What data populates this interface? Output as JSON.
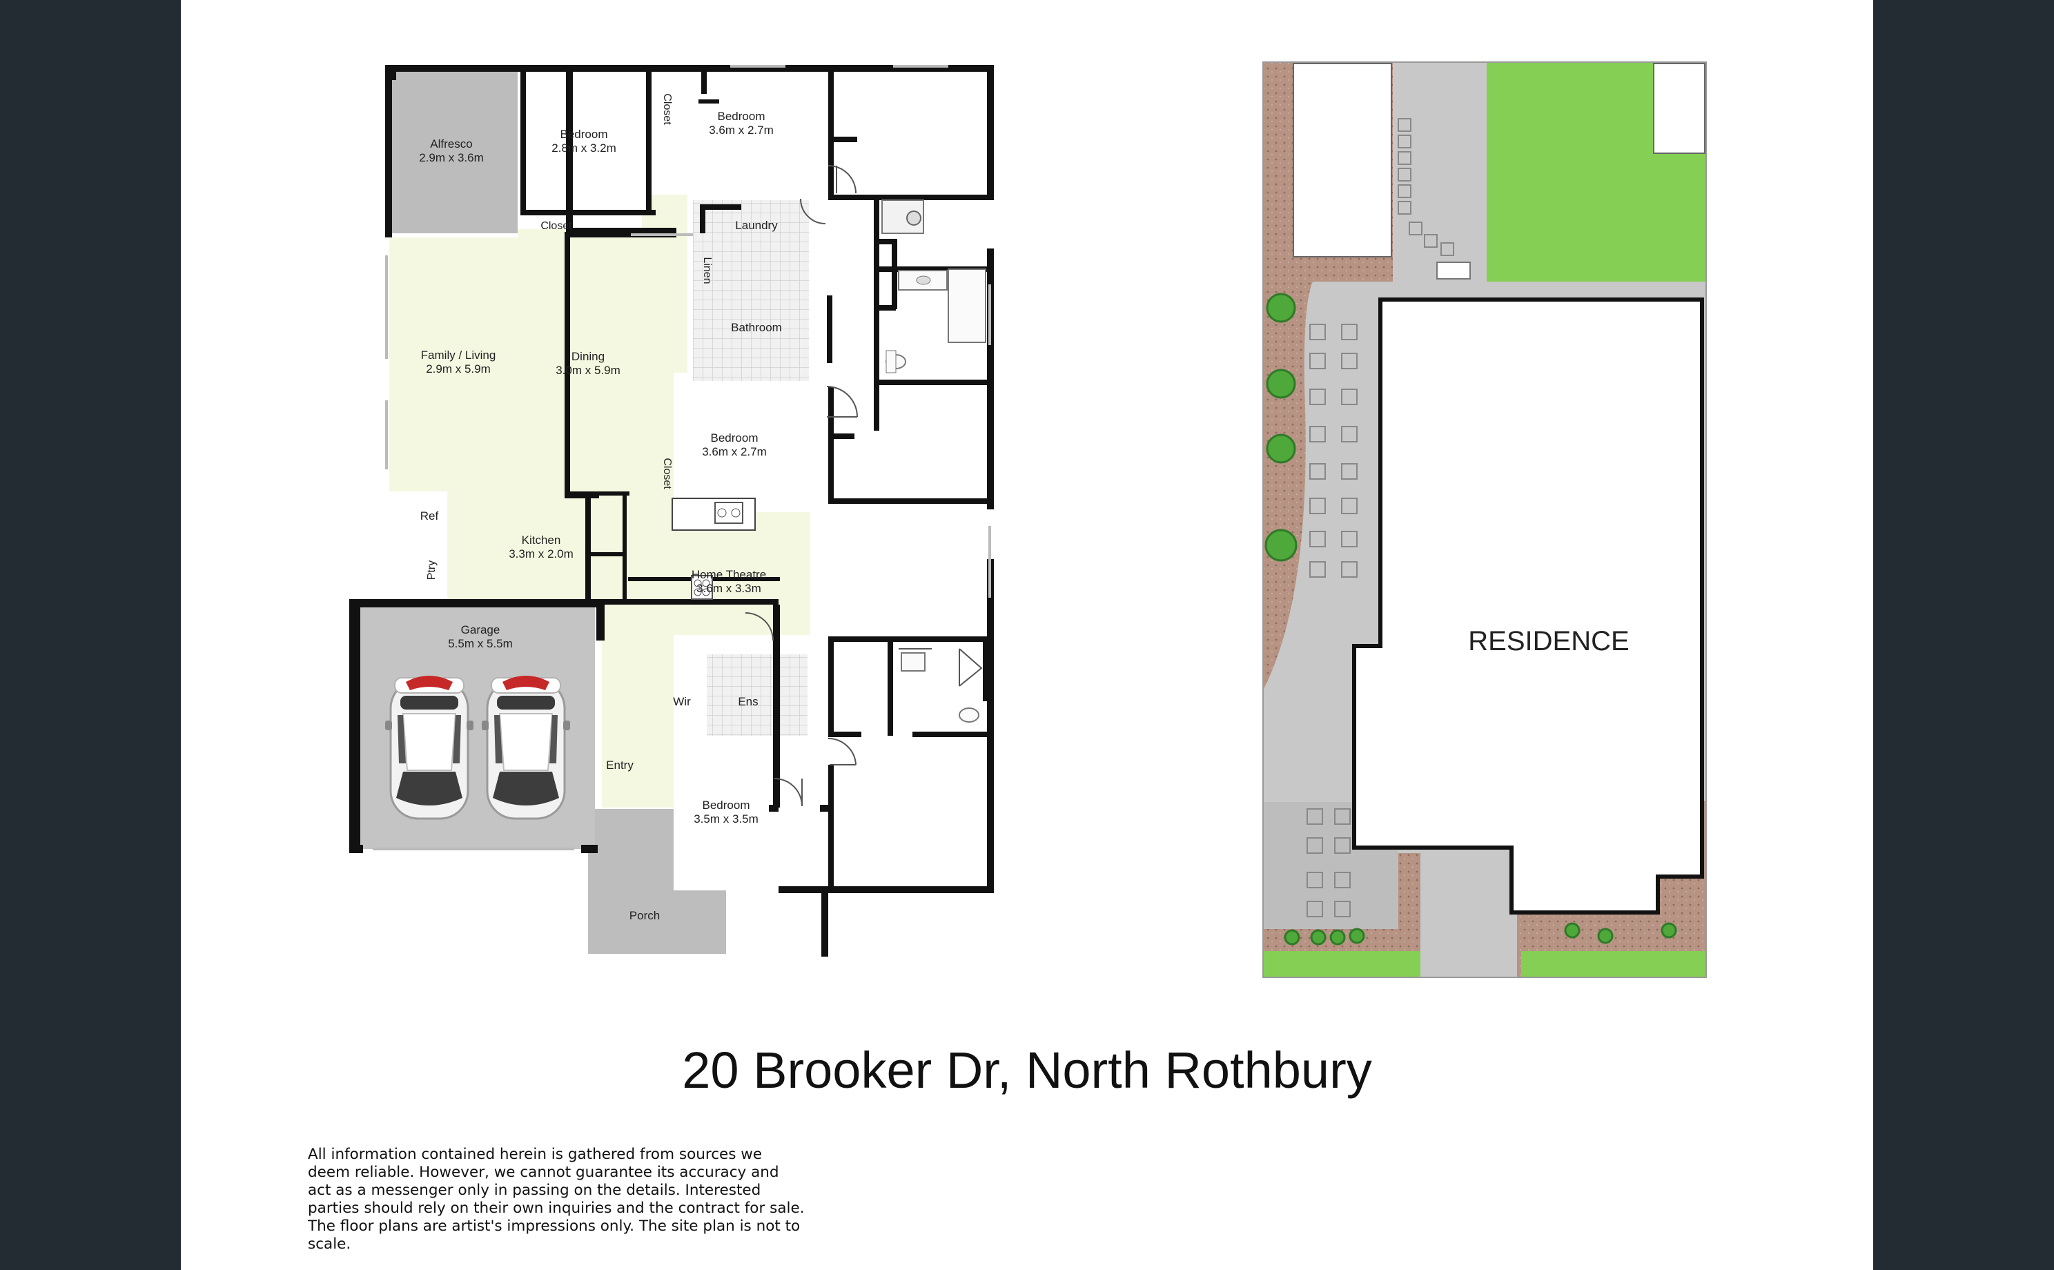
{
  "floorplan": {
    "rooms": [
      {
        "name": "Alfresco",
        "dims": "2.9m x 3.6m"
      },
      {
        "name": "Bedroom",
        "dims": "2.8m x 3.2m"
      },
      {
        "name": "Bedroom",
        "dims": "3.6m x 2.7m"
      },
      {
        "name": "Family / Living",
        "dims": "2.9m x 5.9m"
      },
      {
        "name": "Dining",
        "dims": "3.0m x 5.9m"
      },
      {
        "name": "Bedroom",
        "dims": "3.6m x 2.7m"
      },
      {
        "name": "Kitchen",
        "dims": "3.3m x 2.0m"
      },
      {
        "name": "Home Theatre",
        "dims": "3.6m x 3.3m"
      },
      {
        "name": "Garage",
        "dims": "5.5m x 5.5m"
      },
      {
        "name": "Bedroom",
        "dims": "3.5m x 3.5m"
      }
    ],
    "small_labels": {
      "closet": "Closet",
      "laundry": "Laundry",
      "linen": "Linen",
      "bathroom": "Bathroom",
      "ref": "Ref",
      "ptry": "Ptry",
      "wir": "Wir",
      "ens": "Ens",
      "entry": "Entry",
      "porch": "Porch"
    }
  },
  "siteplan": {
    "residence_label": "RESIDENCE"
  },
  "address": "20 Brooker Dr, North Rothbury",
  "disclaimer": "All information contained herein is gathered from sources we deem reliable. However, we cannot guarantee its accuracy and act as a messenger only in passing on the details. Interested parties should rely on their own inquiries and the contract for sale. The floor plans are artist's impressions only. The site plan is not to scale.",
  "colors": {
    "background_dark": "#242c33",
    "room_fill": "#f5f8e1",
    "alfresco_fill": "#bcbcbc",
    "garage_fill": "#c4c4c4",
    "wall": "#111111",
    "lawn": "#86cf55",
    "garden_bed": "#b08a78",
    "driveway": "#c8c8c8"
  }
}
